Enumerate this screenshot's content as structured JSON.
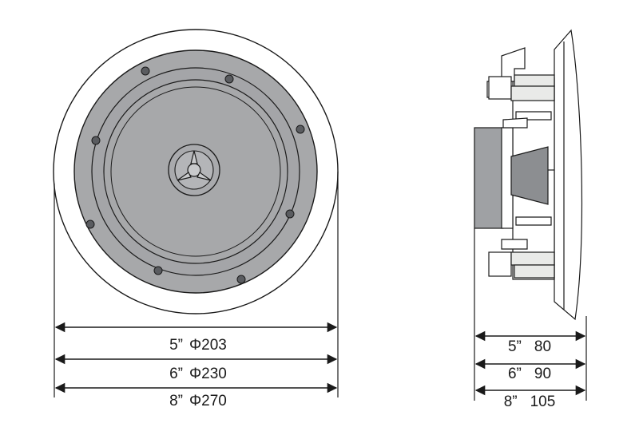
{
  "colors": {
    "line": "#1a1a1a",
    "outer_ring": "#ffffff",
    "cone_gray": "#a7a8aa",
    "cone_dark": "#8c8e91",
    "housing_gray": "#9fa1a4",
    "light_fill": "#e9eae8"
  },
  "front_view": {
    "dimensions": [
      {
        "size": "5”",
        "value": "Φ203"
      },
      {
        "size": "6”",
        "value": "Φ230"
      },
      {
        "size": "8”",
        "value": "Φ270"
      }
    ]
  },
  "side_view": {
    "dimensions": [
      {
        "size": "5”",
        "value": "80"
      },
      {
        "size": "6”",
        "value": "90"
      },
      {
        "size": "8”",
        "value": "105"
      }
    ]
  }
}
